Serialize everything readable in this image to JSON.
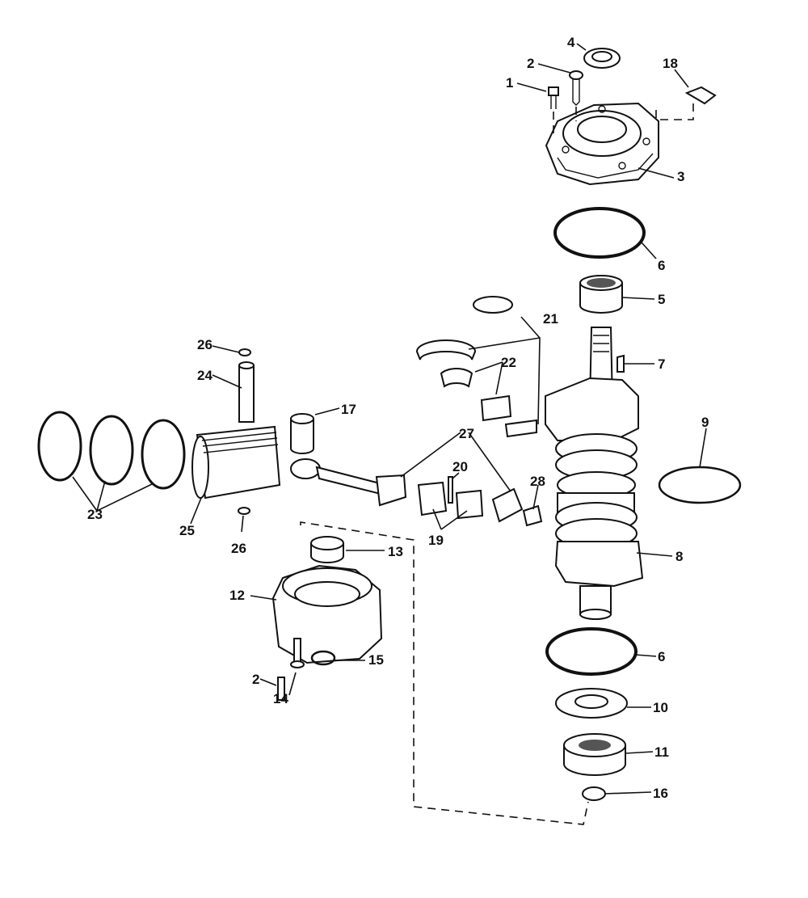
{
  "callouts": {
    "c1": "1",
    "c2a": "2",
    "c2b": "2",
    "c3": "3",
    "c4": "4",
    "c5": "5",
    "c6a": "6",
    "c6b": "6",
    "c7": "7",
    "c8": "8",
    "c9": "9",
    "c10": "10",
    "c11": "11",
    "c12": "12",
    "c13": "13",
    "c14": "14",
    "c15": "15",
    "c16": "16",
    "c17": "17",
    "c18": "18",
    "c19": "19",
    "c20": "20",
    "c21": "21",
    "c22": "22",
    "c23": "23",
    "c24": "24",
    "c25": "25",
    "c26a": "26",
    "c26b": "26",
    "c27": "27",
    "c28": "28"
  }
}
